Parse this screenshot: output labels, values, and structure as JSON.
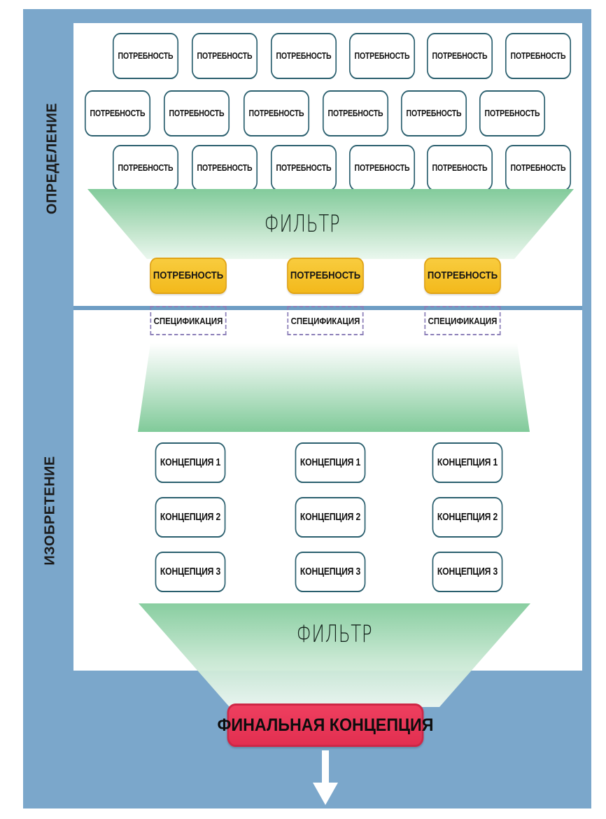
{
  "meta": {
    "title": "ОПРЕДЕЛЕНИЕ / ИЗОБРЕТЕНИЕ фильтрационная диаграмма",
    "language": "ru"
  },
  "colors": {
    "background_blue": "#7BA7CB",
    "panel_white": "#FFFFFF",
    "box_border_teal": "#2A5F6E",
    "funnel_green": "#83CC9B",
    "need_yellow": "#F5BE28",
    "need_yellow_border": "#E0A316",
    "spec_dashed_purple": "#8C7FB8",
    "final_red": "#E8395A",
    "final_red_border": "#CE2746",
    "divider_blue": "#6E9DC4",
    "text_dark": "#111111"
  },
  "stages": {
    "definition_label": "ОПРЕДЕЛЕНИЕ",
    "invention_label": "ИЗОБРЕТЕНИЕ"
  },
  "needs_grid": {
    "rows": [
      {
        "row_index": 1,
        "items": [
          {
            "label": "ПОТРЕБНОСТЬ"
          },
          {
            "label": "ПОТРЕБНОСТЬ"
          },
          {
            "label": "ПОТРЕБНОСТЬ"
          },
          {
            "label": "ПОТРЕБНОСТЬ"
          },
          {
            "label": "ПОТРЕБНОСТЬ"
          },
          {
            "label": "ПОТРЕБНОСТЬ"
          }
        ]
      },
      {
        "row_index": 2,
        "items": [
          {
            "label": "ПОТРЕБНОСТЬ"
          },
          {
            "label": "ПОТРЕБНОСТЬ"
          },
          {
            "label": "ПОТРЕБНОСТЬ"
          },
          {
            "label": "ПОТРЕБНОСТЬ"
          },
          {
            "label": "ПОТРЕБНОСТЬ"
          },
          {
            "label": "ПОТРЕБНОСТЬ"
          }
        ]
      },
      {
        "row_index": 3,
        "items": [
          {
            "label": "ПОТРЕБНОСТЬ"
          },
          {
            "label": "ПОТРЕБНОСТЬ"
          },
          {
            "label": "ПОТРЕБНОСТЬ"
          },
          {
            "label": "ПОТРЕБНОСТЬ"
          },
          {
            "label": "ПОТРЕБНОСТЬ"
          },
          {
            "label": "ПОТРЕБНОСТЬ"
          }
        ]
      }
    ]
  },
  "filter_top": {
    "label": "ФИЛЬТР",
    "shape": "converging-trapezoid"
  },
  "filter_bottom": {
    "label": "ФИЛЬТР",
    "shape": "converging-trapezoid"
  },
  "expansion_funnel": {
    "shape": "diverging-trapezoid",
    "label": ""
  },
  "selected_needs": [
    {
      "label": "ПОТРЕБНОСТЬ"
    },
    {
      "label": "ПОТРЕБНОСТЬ"
    },
    {
      "label": "ПОТРЕБНОСТЬ"
    }
  ],
  "specifications": [
    {
      "label": "СПЕЦИФИКАЦИЯ"
    },
    {
      "label": "СПЕЦИФИКАЦИЯ"
    },
    {
      "label": "СПЕЦИФИКАЦИЯ"
    }
  ],
  "concept_columns": [
    {
      "column_index": 1,
      "items": [
        {
          "label": "КОНЦЕПЦИЯ 1"
        },
        {
          "label": "КОНЦЕПЦИЯ 2"
        },
        {
          "label": "КОНЦЕПЦИЯ 3"
        }
      ]
    },
    {
      "column_index": 2,
      "items": [
        {
          "label": "КОНЦЕПЦИЯ 1"
        },
        {
          "label": "КОНЦЕПЦИЯ 2"
        },
        {
          "label": "КОНЦЕПЦИЯ 3"
        }
      ]
    },
    {
      "column_index": 3,
      "items": [
        {
          "label": "КОНЦЕПЦИЯ 1"
        },
        {
          "label": "КОНЦЕПЦИЯ 2"
        },
        {
          "label": "КОНЦЕПЦИЯ 3"
        }
      ]
    }
  ],
  "final": {
    "label": "ФИНАЛЬНАЯ КОНЦЕПЦИЯ",
    "arrow": "down-arrow-icon"
  }
}
